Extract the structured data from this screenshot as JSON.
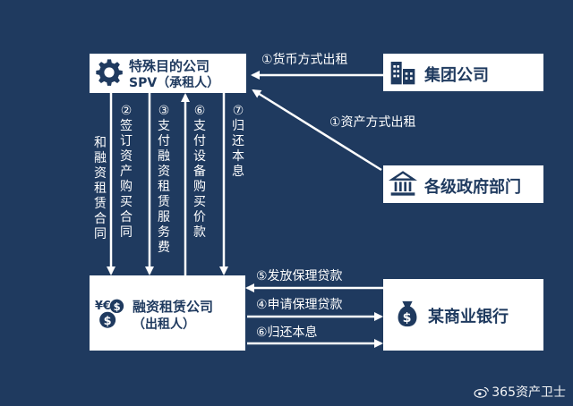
{
  "nodes": {
    "spv_line1": "特殊目的公司",
    "spv_line2": "SPV（承租人）",
    "group": "集团公司",
    "government": "各级政府部门",
    "lessor_line1": "融资租赁公司",
    "lessor_line2": "（出租人）",
    "bank": "某商业银行"
  },
  "edges": {
    "currency_rent": "①货币方式出租",
    "asset_rent": "①资产方式出租",
    "lease_contract": "和融资租赁合同",
    "sign_purchase": "②签订资产购买合同",
    "pay_service_fee": "③支付融资租赁服务费",
    "pay_equipment": "⑥支付设备购买价款",
    "repay_interest": "⑦归还本息",
    "issue_loan": "⑤发放保理贷款",
    "apply_loan": "④申请保理贷款",
    "repay_bank": "⑥归还本息"
  },
  "watermark": "365资产卫士",
  "colors": {
    "background": "#1f3a5f",
    "box": "#ffffff",
    "text_dark": "#1f3a5f",
    "line": "#ffffff"
  }
}
